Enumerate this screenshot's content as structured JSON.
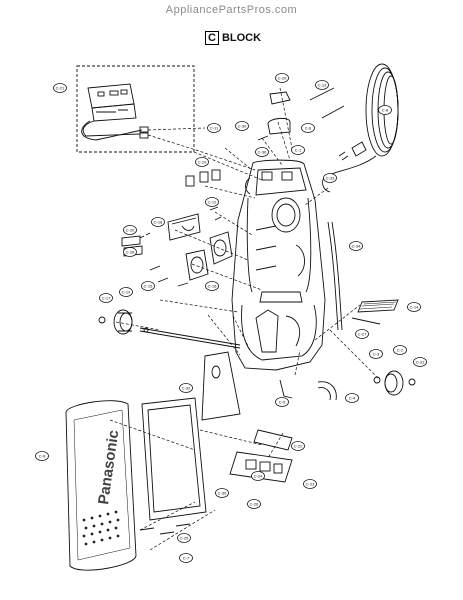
{
  "header": {
    "site_watermark": "AppliancePartsPros.com",
    "block_letter": "C",
    "block_label": "BLOCK"
  },
  "brand": {
    "front_cover_logo": "Panasonic"
  },
  "callouts": [
    {
      "id": "c-01",
      "label": "C-21"
    },
    {
      "id": "c-02",
      "label": "C-11"
    },
    {
      "id": "c-03",
      "label": "C-29"
    },
    {
      "id": "c-04",
      "label": "C-13"
    },
    {
      "id": "c-05",
      "label": "C-6"
    },
    {
      "id": "c-06",
      "label": "C-30"
    },
    {
      "id": "c-07",
      "label": "C-36"
    },
    {
      "id": "c-08",
      "label": "C-1"
    },
    {
      "id": "c-09",
      "label": "C-8"
    },
    {
      "id": "c-10",
      "label": "C-10"
    },
    {
      "id": "c-11",
      "label": "C-33"
    },
    {
      "id": "c-12",
      "label": "C-20"
    },
    {
      "id": "c-13",
      "label": "C-18"
    },
    {
      "id": "c-14",
      "label": "C-12"
    },
    {
      "id": "c-15",
      "label": "C-34"
    },
    {
      "id": "c-16",
      "label": "C-28"
    },
    {
      "id": "c-17",
      "label": "C-17"
    },
    {
      "id": "c-18",
      "label": "C-19"
    },
    {
      "id": "c-19",
      "label": "C-16"
    },
    {
      "id": "c-20",
      "label": "C-15"
    },
    {
      "id": "c-21",
      "label": "C-14"
    },
    {
      "id": "c-22",
      "label": "C-27"
    },
    {
      "id": "c-23",
      "label": "C-32"
    },
    {
      "id": "c-24",
      "label": "C-3"
    },
    {
      "id": "c-25",
      "label": "C-2"
    },
    {
      "id": "c-26",
      "label": "C-31"
    },
    {
      "id": "c-27",
      "label": "C-5"
    },
    {
      "id": "c-28",
      "label": "C-4"
    },
    {
      "id": "c-29",
      "label": "C-9"
    },
    {
      "id": "c-30",
      "label": "C-22"
    },
    {
      "id": "c-31",
      "label": "C-24"
    },
    {
      "id": "c-32",
      "label": "C-23"
    },
    {
      "id": "c-33",
      "label": "C-35"
    },
    {
      "id": "c-34",
      "label": "C-26"
    },
    {
      "id": "c-35",
      "label": "C-25"
    },
    {
      "id": "c-36",
      "label": "C-7"
    }
  ]
}
